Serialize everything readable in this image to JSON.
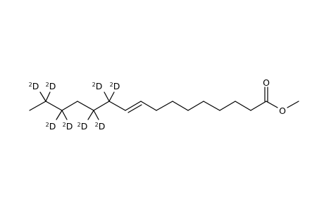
{
  "molecule": {
    "atoms": {
      "carbonyl_oxygen": "O",
      "ester_oxygen": "O"
    },
    "deuterium_labels": [
      {
        "isotope": "2",
        "element": "D"
      },
      {
        "isotope": "2",
        "element": "D"
      },
      {
        "isotope": "2",
        "element": "D"
      },
      {
        "isotope": "2",
        "element": "D"
      },
      {
        "isotope": "2",
        "element": "D"
      },
      {
        "isotope": "2",
        "element": "D"
      },
      {
        "isotope": "2",
        "element": "D"
      },
      {
        "isotope": "2",
        "element": "D"
      }
    ]
  }
}
